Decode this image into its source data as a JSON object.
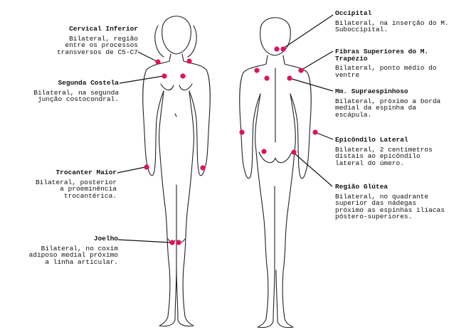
{
  "colors": {
    "marker": "#e0115f",
    "outline": "#222222",
    "line": "#111111"
  },
  "tender_points": [
    {
      "id": "cervical-inferior",
      "title": "Cervical Inferior",
      "description": "Bilateral, região\nentre os processos\ntransversos de C5-C7"
    },
    {
      "id": "segunda-costela",
      "title": "Segunda Costela",
      "description": "Bilateral, na segunda\njunção costocondral."
    },
    {
      "id": "trocanter-maior",
      "title": "Trocanter Maior",
      "description": "Bilateral, posterior\na proeminência\ntrocantérica."
    },
    {
      "id": "joelho",
      "title": "Joelho",
      "description": "Bilateral, no coxim\nadiposo medial próximo\na linha articular."
    },
    {
      "id": "occipital",
      "title": "Occipital",
      "description": "Bilateral, na inserção do M.\nSuboccipital."
    },
    {
      "id": "fibras-superiores",
      "title": "Fibras Superiores do M.\nTrapézio",
      "description": "Bilateral, ponto médio do\nventre"
    },
    {
      "id": "supraespinhoso",
      "title": "Mm. Supraespinhoso",
      "description": "Bilateral, próximo a borda\nmedial da espinha da\nescápula."
    },
    {
      "id": "epicondilo-lateral",
      "title": "Epicôndilo Lateral",
      "description": "Bilateral, 2 centímetros\ndistais ao epicôndilo\nlateral do úmero."
    },
    {
      "id": "regiao-glutea",
      "title": "Região Glútea",
      "description": "Bilateral, no quadrante\nsuperior das nádegas\npróximo as espinhas ilíacas\npóstero-superiores."
    }
  ]
}
